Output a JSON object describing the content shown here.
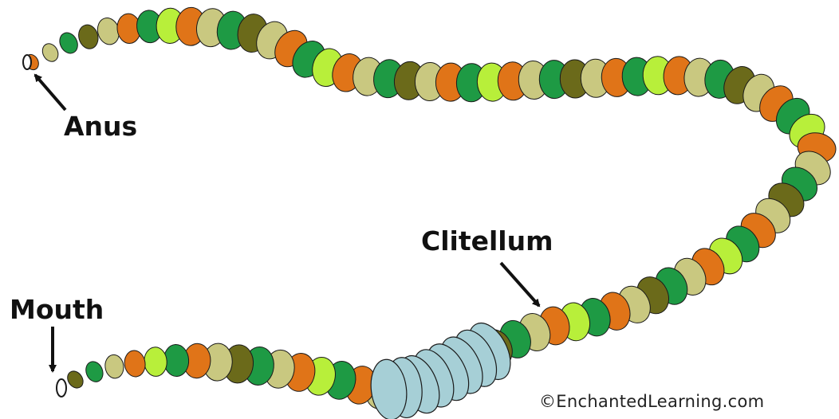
{
  "labels": {
    "anus": "Anus",
    "mouth": "Mouth",
    "clitellum": "Clitellum",
    "credit": "©EnchantedLearning.com"
  },
  "colors": {
    "segment_palette": [
      "#e07418",
      "#c9c880",
      "#1e9a44",
      "#6b6a1a",
      "#c9c880",
      "#e07418",
      "#1e9a44",
      "#b8ef3a"
    ],
    "clitellum": "#a6cfd6",
    "outline": "#1a1a1a",
    "background": "#ffffff"
  }
}
